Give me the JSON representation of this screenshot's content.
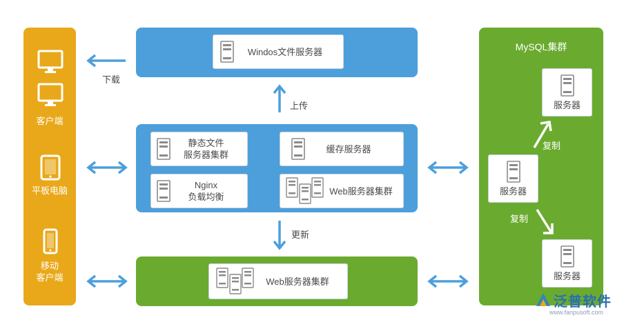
{
  "clients": {
    "pc_label": "客户端",
    "tablet_label": "平板电脑",
    "mobile_label": "移动\n客户端"
  },
  "file_server": {
    "label": "Windos文件服务器"
  },
  "app_cluster": {
    "static": "静态文件\n服务器集群",
    "cache": "缓存服务器",
    "nginx": "Nginx\n负载均衡",
    "web": "Web服务器集群"
  },
  "web_cluster_bottom": {
    "label": "Web服务器集群"
  },
  "mysql": {
    "title": "MySQL集群",
    "server_top": "服务器",
    "server_mid": "服务器",
    "server_bottom": "服务器",
    "copy_up": "复制",
    "copy_down": "复制"
  },
  "arrows": {
    "download": "下载",
    "upload": "上传",
    "update": "更新"
  },
  "watermark": {
    "brand": "泛普软件",
    "url": "www.fanpusoft.com"
  },
  "colors": {
    "orange": "#e9a81a",
    "blue": "#4d9fdb",
    "green": "#6aab2f",
    "arrow": "#4d9fdb"
  }
}
